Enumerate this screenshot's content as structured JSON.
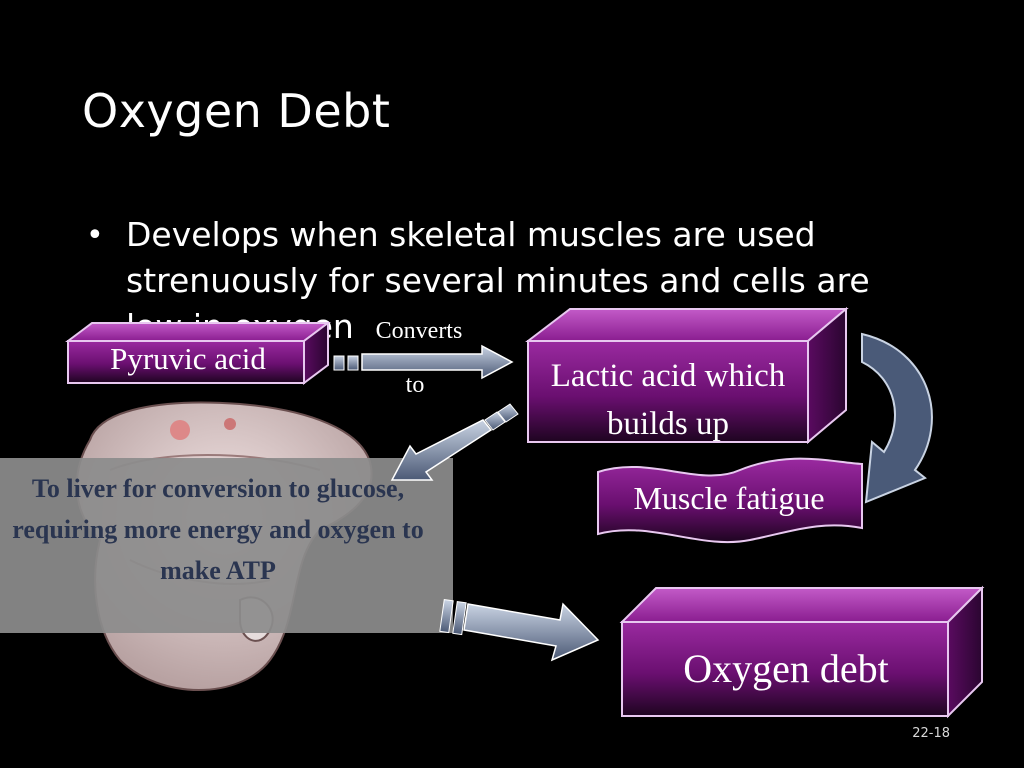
{
  "slide": {
    "title": "Oxygen Debt",
    "bullet": "Develops when skeletal muscles are used strenuously for several minutes and cells are low in oxygen",
    "slide_number": "22-18"
  },
  "diagram": {
    "pyruvic": "Pyruvic acid",
    "converts": "Converts",
    "to": "to",
    "lactic": "Lactic acid which builds up",
    "fatigue": "Muscle fatigue",
    "liver": "To liver for conversion to glucose, requiring more energy and oxygen to make ATP",
    "debt": "Oxygen debt"
  },
  "colors": {
    "box_purple": "#7a1580",
    "box_edge": "#e8c8f0",
    "arrow": "#4a5a78",
    "liver_panel": "#8c8c8c"
  }
}
